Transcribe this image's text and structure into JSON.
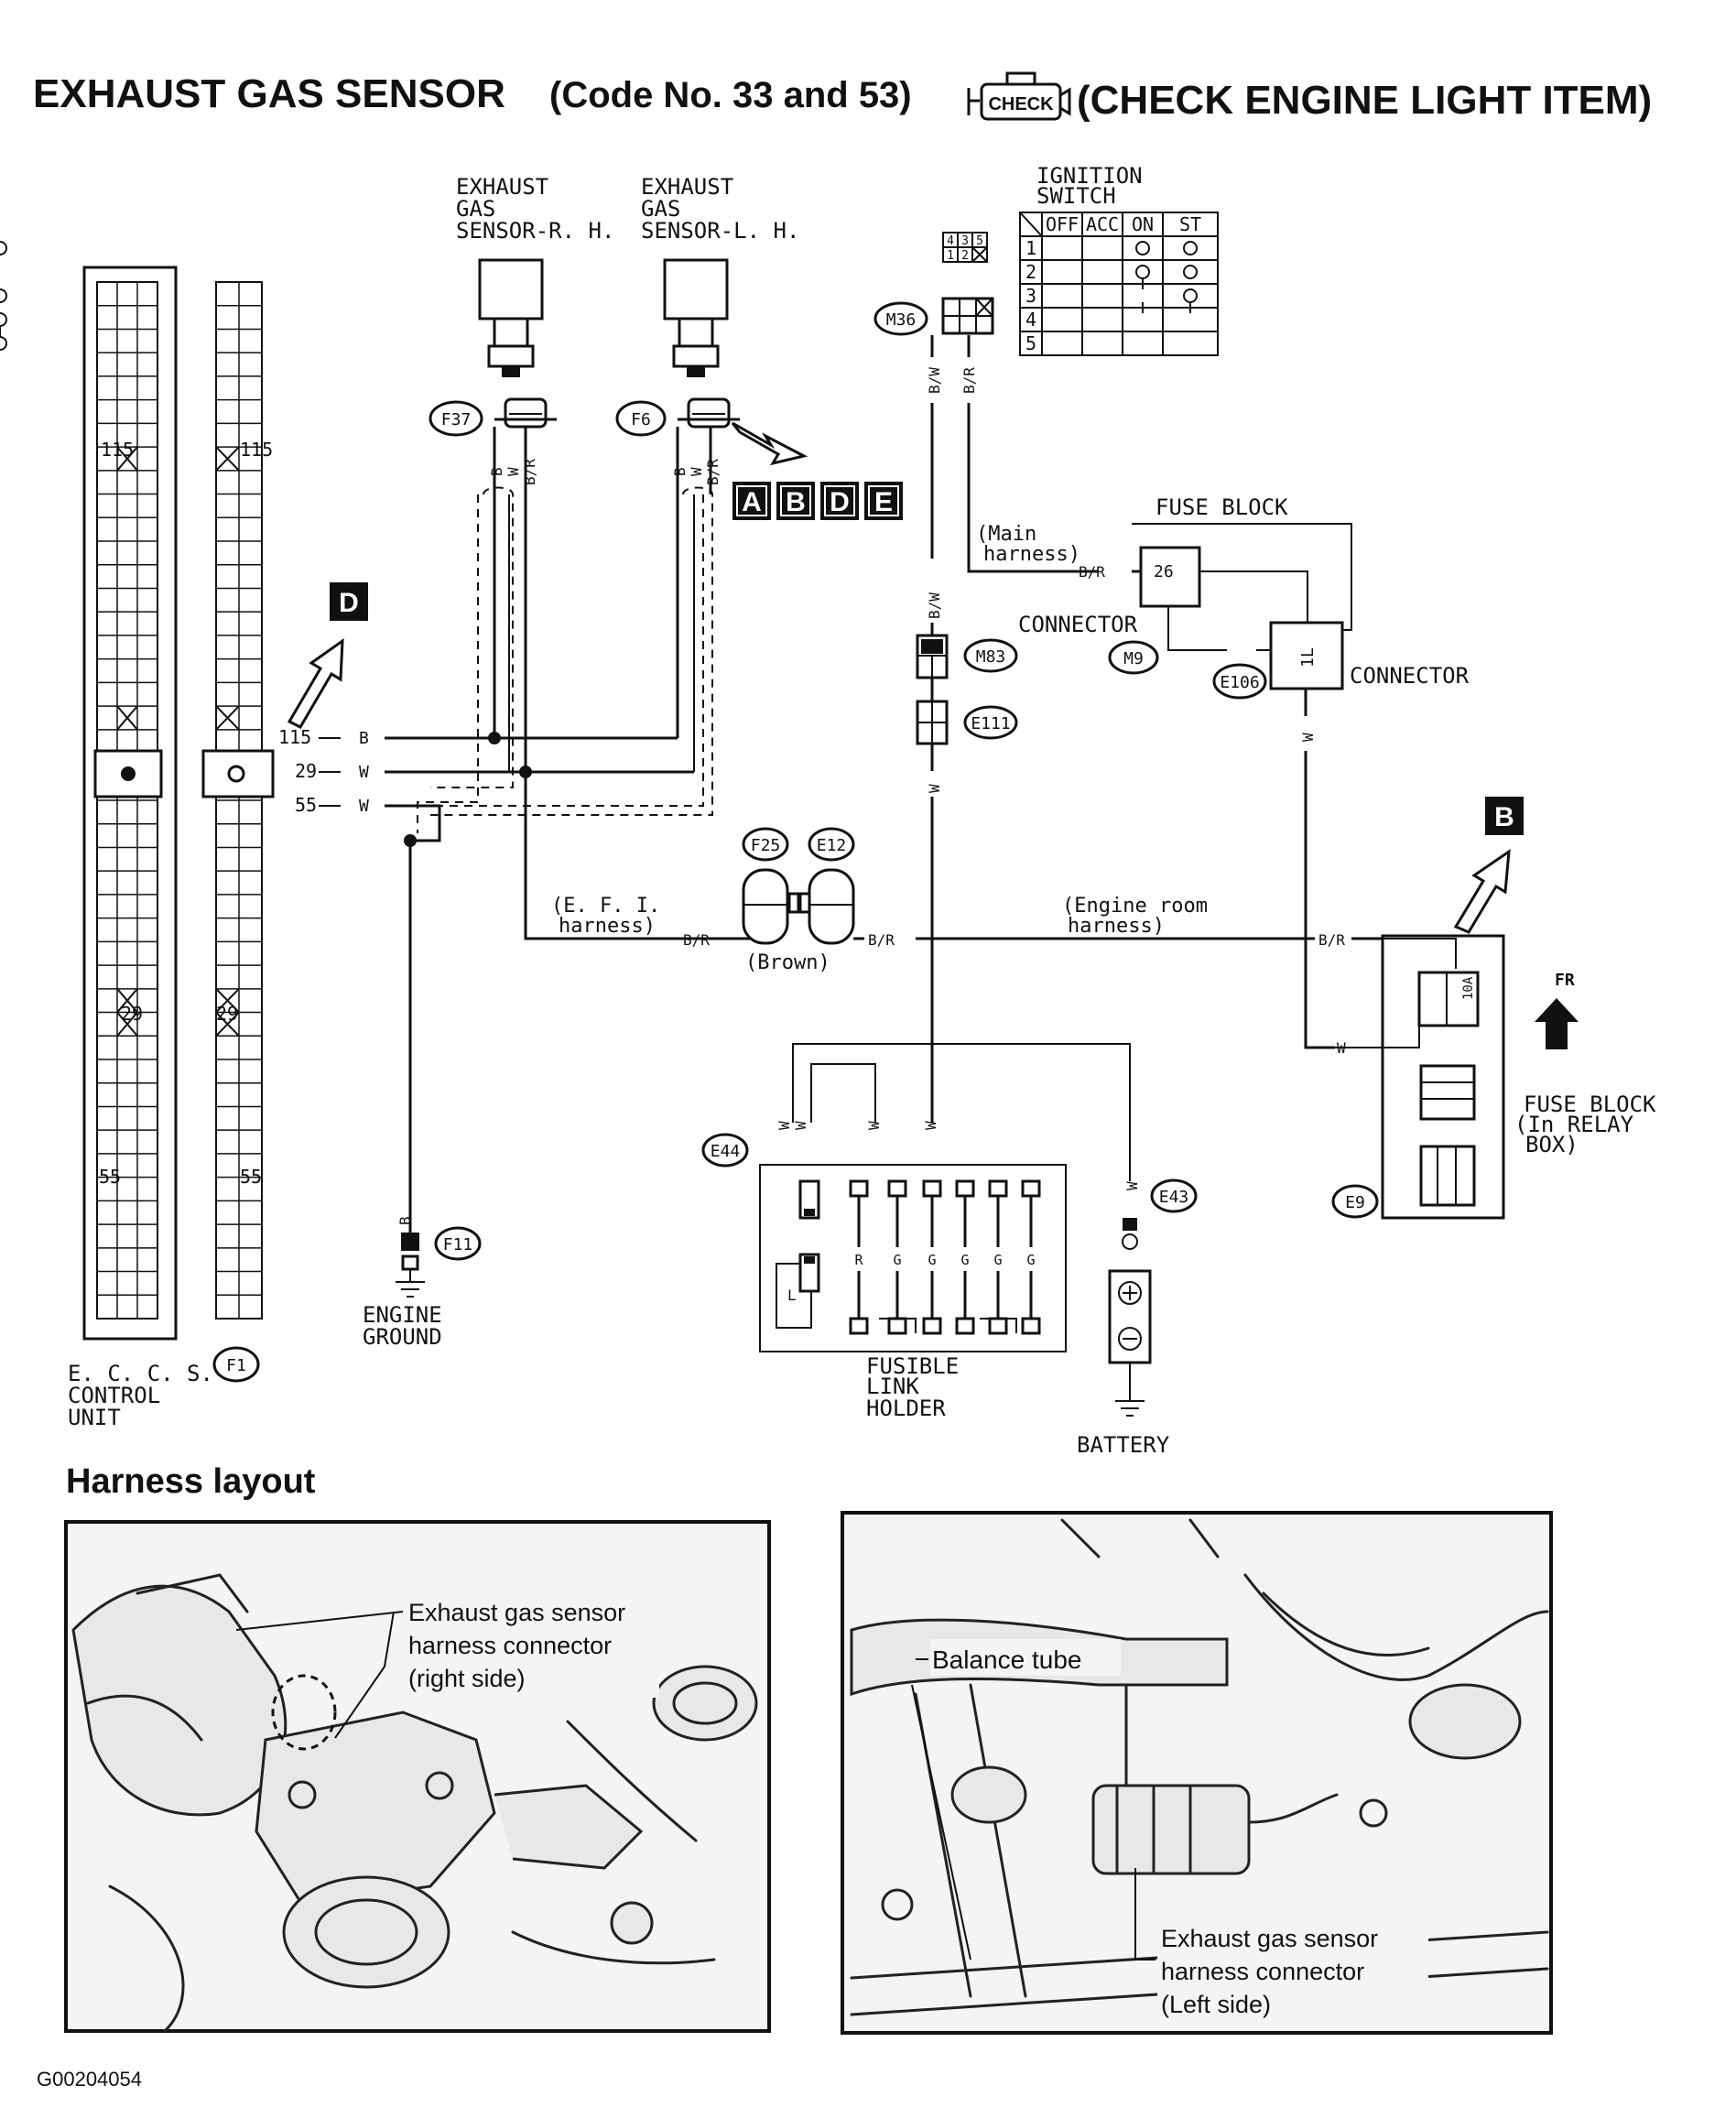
{
  "title": {
    "main": "EXHAUST GAS SENSOR",
    "code": "(Code No. 33 and 53)",
    "check_badge": "CHECK",
    "suffix": "(CHECK ENGINE LIGHT ITEM)"
  },
  "sensors": {
    "rh_lines": [
      "EXHAUST",
      "GAS",
      "SENSOR-R. H."
    ],
    "lh_lines": [
      "EXHAUST",
      "GAS",
      "SENSOR-L. H."
    ]
  },
  "ignition_switch": {
    "title_lines": [
      "IGNITION",
      "SWITCH"
    ],
    "headers": [
      "OFF",
      "ACC",
      "ON",
      "ST"
    ],
    "rows": [
      "1",
      "2",
      "3",
      "4",
      "5"
    ],
    "terminal_grid": [
      "4",
      "3",
      "5",
      "1",
      "2"
    ]
  },
  "connectors": {
    "f37": "F37",
    "f6": "F6",
    "m36": "M36",
    "m83": "M83",
    "e111": "E111",
    "m9": "M9",
    "e106": "E106",
    "f25": "F25",
    "e12": "E12",
    "e44": "E44",
    "e43": "E43",
    "e9": "E9",
    "f11": "F11",
    "f1": "F1"
  },
  "refs": {
    "group": [
      "A",
      "B",
      "D",
      "E"
    ],
    "d": "D",
    "b": "B"
  },
  "wires": {
    "b": "B",
    "w": "W",
    "br": "B/R",
    "bw": "B/W",
    "r": "R",
    "g": "G",
    "l": "L"
  },
  "terminals": {
    "t115": "115",
    "t29": "29",
    "t55": "55"
  },
  "labels": {
    "fuse_block_top": "FUSE BLOCK",
    "fuse_26": "26",
    "main_harness_lines": [
      "(Main",
      "harness)"
    ],
    "connector_left": "CONNECTOR",
    "connector_right": "CONNECTOR",
    "fuse_1l": "1L",
    "efi_harness_lines": [
      "(E. F. I.",
      "harness)"
    ],
    "brown": "(Brown)",
    "engine_room_lines": [
      "(Engine room",
      "harness)"
    ],
    "fr": "FR",
    "fuse_10a": "10A",
    "fuse_block_relay_lines": [
      "FUSE BLOCK",
      "(In RELAY",
      "BOX)"
    ],
    "fusible_lines": [
      "FUSIBLE",
      "LINK",
      "HOLDER"
    ],
    "battery": "BATTERY",
    "engine_ground_lines": [
      "ENGINE",
      "GROUND"
    ],
    "eccs_lines": [
      "E. C. C. S.",
      "CONTROL",
      "UNIT"
    ]
  },
  "harness_layout": {
    "heading": "Harness layout",
    "left_callout_lines": [
      "Exhaust gas sensor",
      "harness connector",
      "(right side)"
    ],
    "right_balance": "Balance tube",
    "right_callout_lines": [
      "Exhaust gas sensor",
      "harness connector",
      "(Left side)"
    ]
  },
  "figure_id": "G00204054"
}
